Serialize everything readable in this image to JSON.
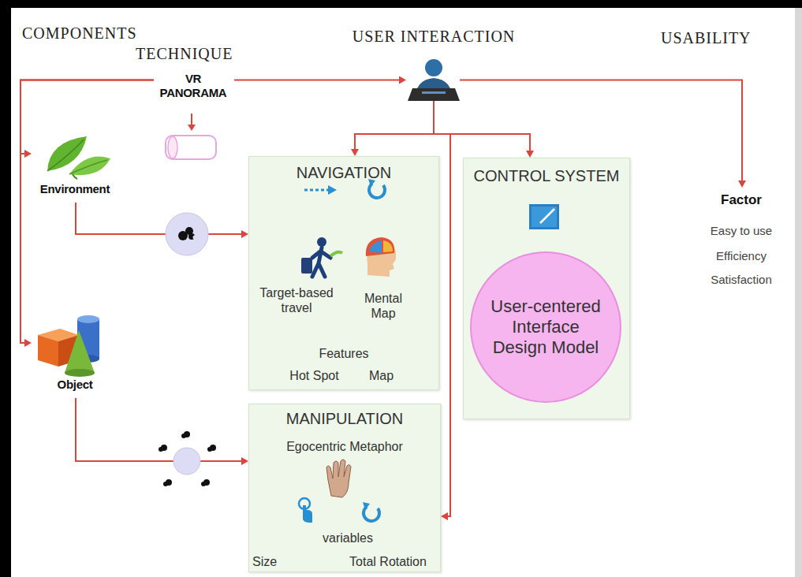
{
  "diagram": {
    "nodes": [
      {
        "text": [
          "VR PANORAMA"
        ]
      },
      {
        "text": [
          "USER INTERACTION"
        ]
      },
      {
        "text": [
          "Environment"
        ]
      },
      {
        "text": [
          "NAVIGATION",
          "Target-based travel",
          "Mental Map",
          "Features",
          "Hot Spot",
          "Map"
        ]
      },
      {
        "text": [
          "CONTROL SYSTEM"
        ]
      },
      {
        "text": [
          "User-centered Interface Design Model"
        ],
        "in": 4
      },
      {
        "text": [
          "Factor",
          "Easy to use",
          "Efficiency",
          "Satisfaction"
        ]
      },
      {
        "text": [
          "Object"
        ]
      },
      {
        "text": [
          "MANIPULATION",
          "Egocentric Metaphor",
          "variables",
          "Size",
          "Total Rotation"
        ]
      }
    ],
    "edges": [
      {
        "from": 0,
        "to": 1,
        "arrow": "to"
      },
      {
        "from": 0,
        "to": 2,
        "arrow": "to"
      },
      {
        "from": 0,
        "to": 7,
        "arrow": "to"
      },
      {
        "from": 1,
        "to": 3,
        "arrow": "to"
      },
      {
        "from": 1,
        "to": 4,
        "arrow": "to"
      },
      {
        "from": 1,
        "to": 8,
        "arrow": "to"
      },
      {
        "from": 1,
        "to": 6,
        "arrow": "to"
      },
      {
        "from": 2,
        "to": 3,
        "arrow": "to"
      },
      {
        "from": 7,
        "to": 8,
        "arrow": "to"
      }
    ],
    "labels": [
      "COMPONENTS",
      "TECHNIQUE",
      "USABILITY"
    ]
  }
}
